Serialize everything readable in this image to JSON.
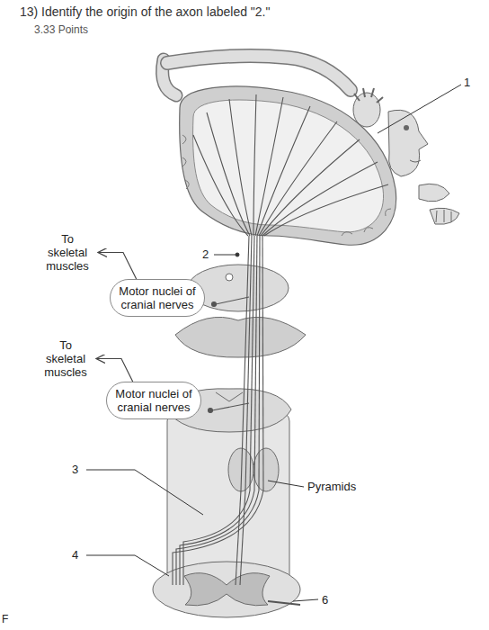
{
  "diagram": {
    "title": "13) Identify the origin of the axon labeled \"2.\"",
    "nodes": [
      {
        "text": [
          "To skeletal muscles"
        ]
      },
      {
        "text": [
          "Motor nuclei of cranial nerves"
        ]
      },
      {
        "text": [
          "To skeletal muscles"
        ]
      },
      {
        "text": [
          "Motor nuclei of cranial nerves"
        ]
      }
    ],
    "edges": [
      {
        "from": 1,
        "to": 0,
        "arrow": "to"
      },
      {
        "from": 3,
        "to": 2,
        "arrow": "to"
      }
    ],
    "labels": [
      "3.33 Points",
      "1",
      "2",
      "3",
      "4",
      "Pyramids",
      "6",
      "F"
    ]
  }
}
